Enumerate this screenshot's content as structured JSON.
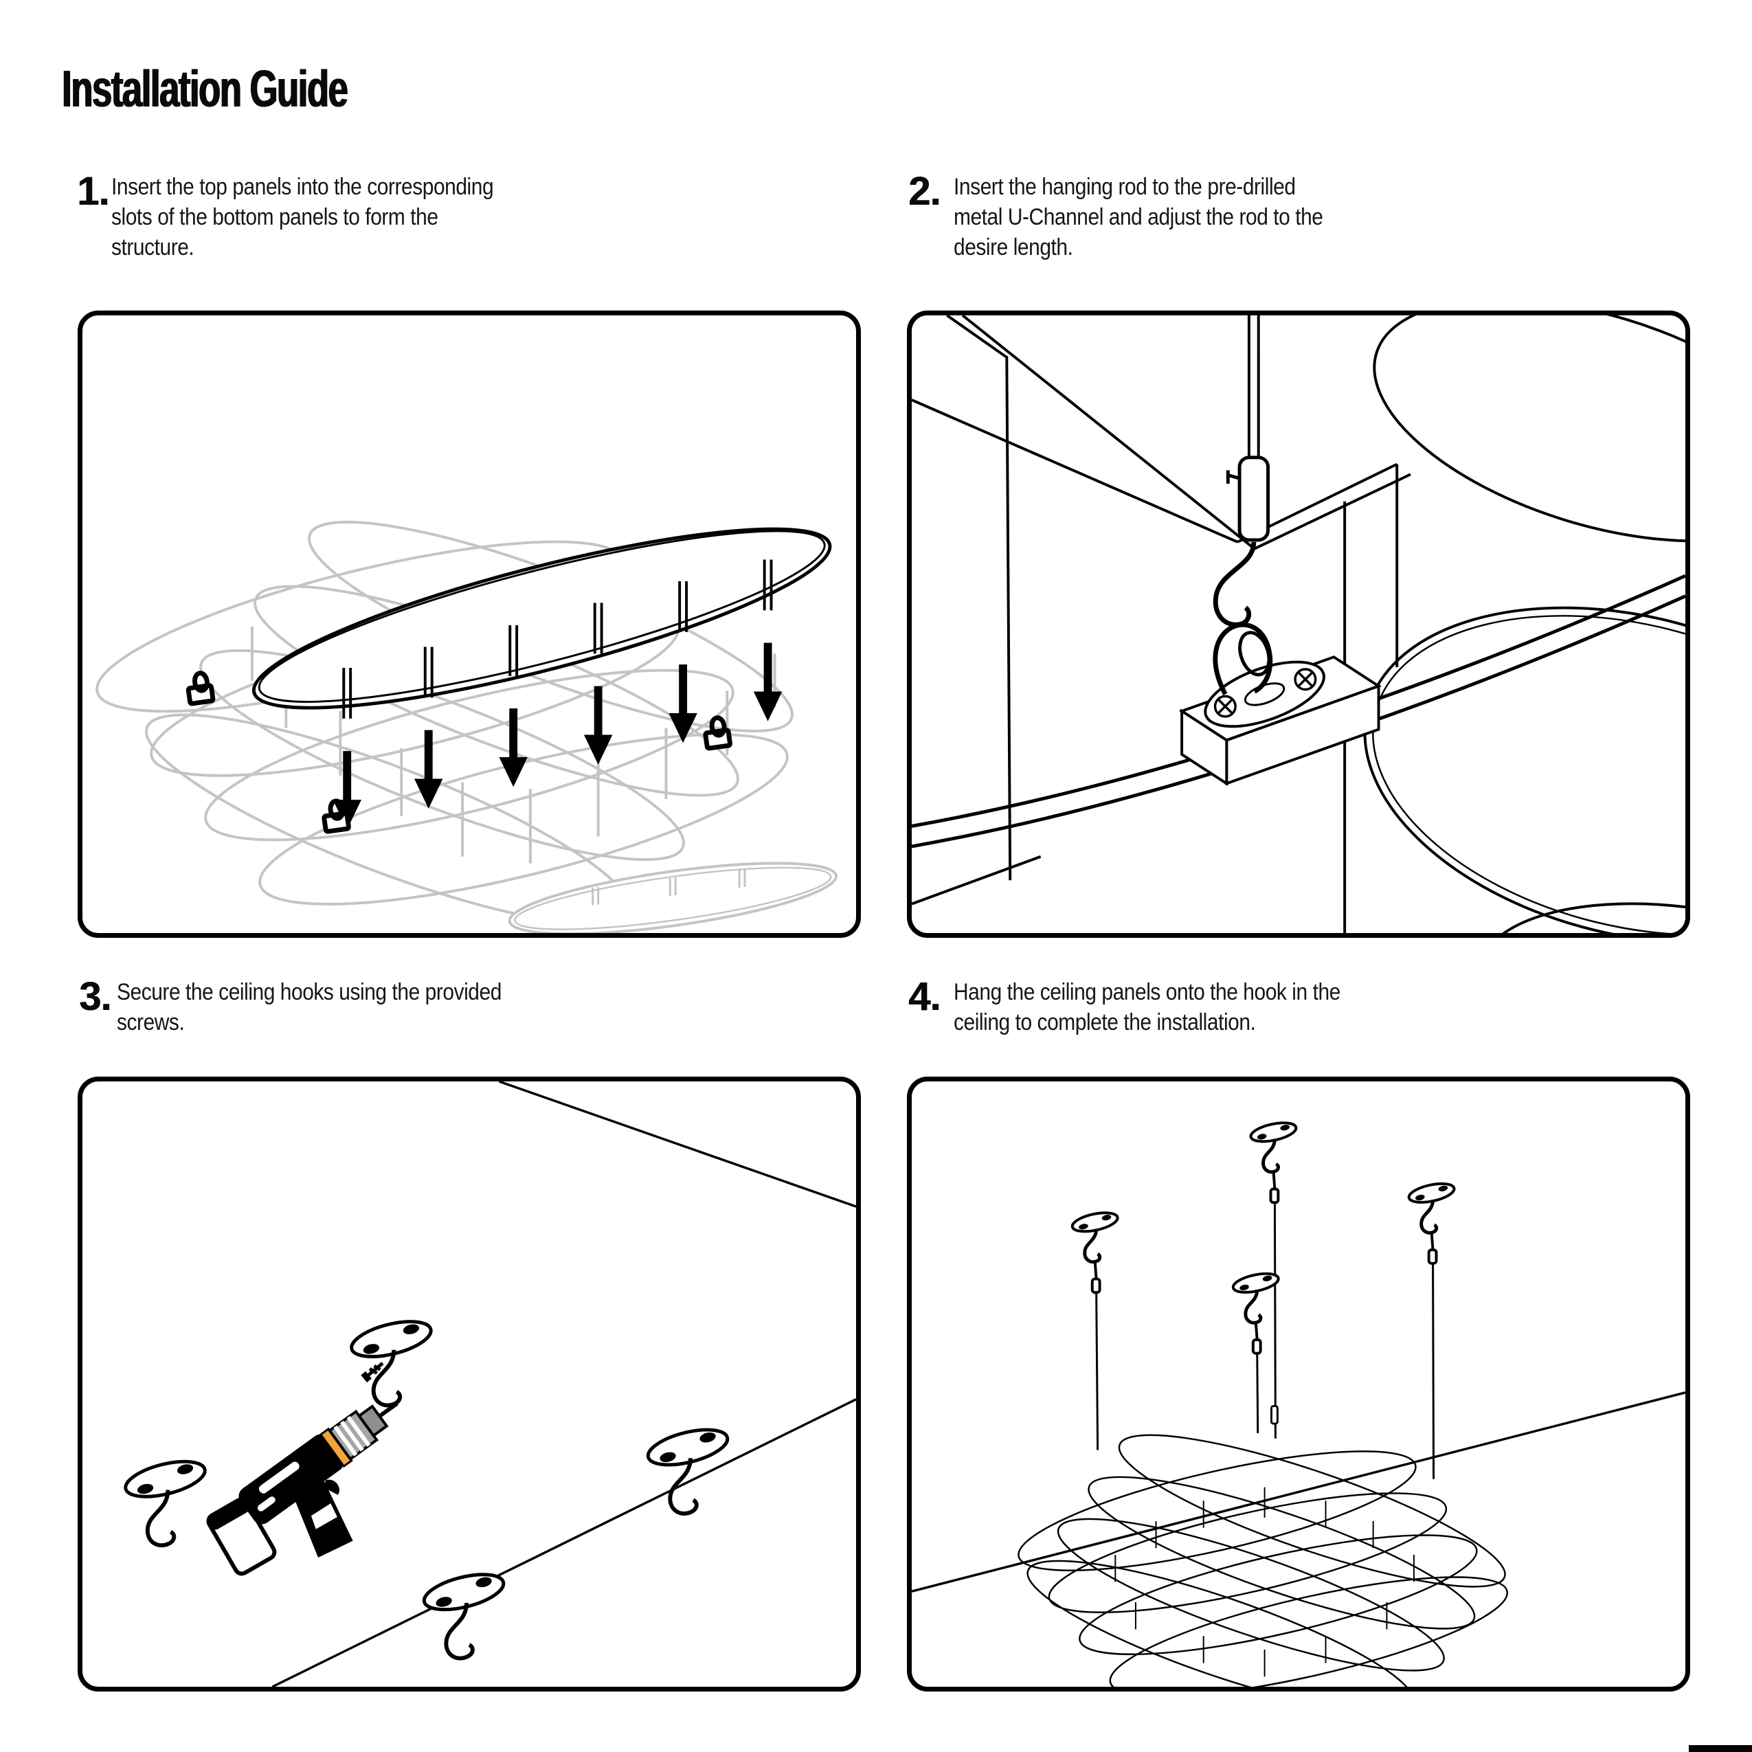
{
  "page": {
    "title": "Installation Guide"
  },
  "steps": [
    {
      "number": "1.",
      "lines": [
        "Insert the top panels into the corresponding",
        "slots of the bottom panels to form the",
        "structure."
      ]
    },
    {
      "number": "2.",
      "lines": [
        "Insert the hanging rod to the pre-drilled",
        "metal U-Channel and adjust the rod to the",
        "desire length."
      ]
    },
    {
      "number": "3.",
      "lines": [
        "Secure the ceiling hooks using the provided",
        "screws."
      ]
    },
    {
      "number": "4.",
      "lines": [
        "Hang the ceiling panels onto the hook in the",
        "ceiling to complete the installation."
      ]
    }
  ],
  "illustrations": {
    "step1": "exploded view: black top panel with slots and arrows inserted into gray bottom lattice, spare panel at lower right",
    "step2": "close-up: hanging rod with adjuster cylinder, hook and wire loop attached to metal U-Channel on panel rib",
    "step3": "ceiling plane with four screw-on ceiling hooks and cordless drill driving a screw",
    "step4": "assembled lattice panel hanging from four ceiling hooks by rods"
  },
  "colors": {
    "line": "#000000",
    "lattice_gray": "#c4c4c4",
    "drill_gray": "#a6a6a6",
    "drill_yellow": "#f2a53a"
  }
}
